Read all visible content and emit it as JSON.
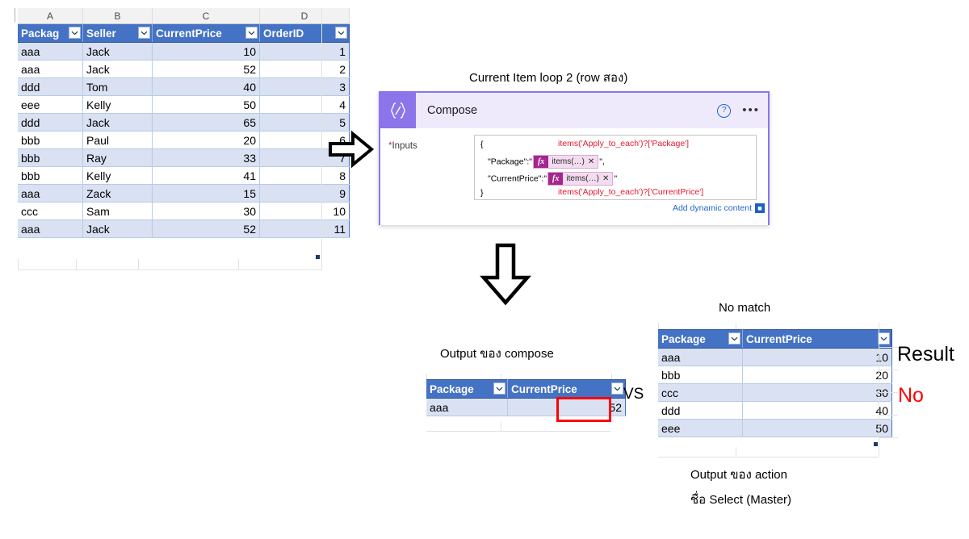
{
  "source_table": {
    "name": "source-orders-table",
    "column_letters": [
      "A",
      "B",
      "C",
      "D"
    ],
    "headers": [
      "Packag",
      "Seller",
      "CurrentPrice",
      "OrderID"
    ],
    "rows": [
      [
        "aaa",
        "Jack",
        "10",
        "1"
      ],
      [
        "aaa",
        "Jack",
        "52",
        "2"
      ],
      [
        "ddd",
        "Tom",
        "40",
        "3"
      ],
      [
        "eee",
        "Kelly",
        "50",
        "4"
      ],
      [
        "ddd",
        "Jack",
        "65",
        "5"
      ],
      [
        "bbb",
        "Paul",
        "20",
        "6"
      ],
      [
        "bbb",
        "Ray",
        "33",
        "7"
      ],
      [
        "bbb",
        "Kelly",
        "41",
        "8"
      ],
      [
        "aaa",
        "Zack",
        "15",
        "9"
      ],
      [
        "ccc",
        "Sam",
        "30",
        "10"
      ],
      [
        "aaa",
        "Jack",
        "52",
        "11"
      ]
    ]
  },
  "compose": {
    "caption": "Current Item loop 2 (row สอง)",
    "icon": "compose-braces-icon",
    "title": "Compose",
    "help_icon": "help-circle-icon",
    "more_icon": "more-options-icon",
    "inputs_label": "Inputs",
    "required_star": "*",
    "body": {
      "open_brace": "{",
      "close_brace": "}",
      "key_package": "\"Package\":",
      "key_currentprice": "\"CurrentPrice\":",
      "quote": "\"",
      "comma": ",",
      "token_fx": "fx",
      "token_text": "items(…)",
      "token_close": "✕",
      "annotation_top": "items('Apply_to_each')?['Package']",
      "annotation_bottom": "items('Apply_to_each')?['CurrentPrice']"
    },
    "add_dynamic_content": "Add dynamic content",
    "add_dynamic_icon": "add-dynamic-content-icon"
  },
  "arrows": {
    "right_arrow": "right-arrow-icon",
    "down_arrow": "down-arrow-icon"
  },
  "compose_output": {
    "caption": "Output ของ compose",
    "headers": [
      "Package",
      "CurrentPrice"
    ],
    "rows": [
      [
        "aaa",
        "52"
      ]
    ],
    "highlight_value": "52",
    "highlight_color": "#ff0000"
  },
  "vs_label": "VS",
  "master_output": {
    "caption_top": "No match",
    "headers": [
      "Package",
      "CurrentPrice"
    ],
    "rows": [
      [
        "aaa",
        "10"
      ],
      [
        "bbb",
        "20"
      ],
      [
        "ccc",
        "30"
      ],
      [
        "ddd",
        "40"
      ],
      [
        "eee",
        "50"
      ]
    ],
    "caption_bottom_1": "Output ของ action",
    "caption_bottom_2": "ชื่อ Select (Master)"
  },
  "result": {
    "label": "Result",
    "value": "No",
    "value_color": "#ff0000"
  },
  "colors": {
    "header_blue": "#4472c4",
    "band_blue": "#d9e1f2",
    "flow_purple": "#8c74ea",
    "annotation_red": "#e8182c",
    "link_blue": "#2266cc"
  }
}
